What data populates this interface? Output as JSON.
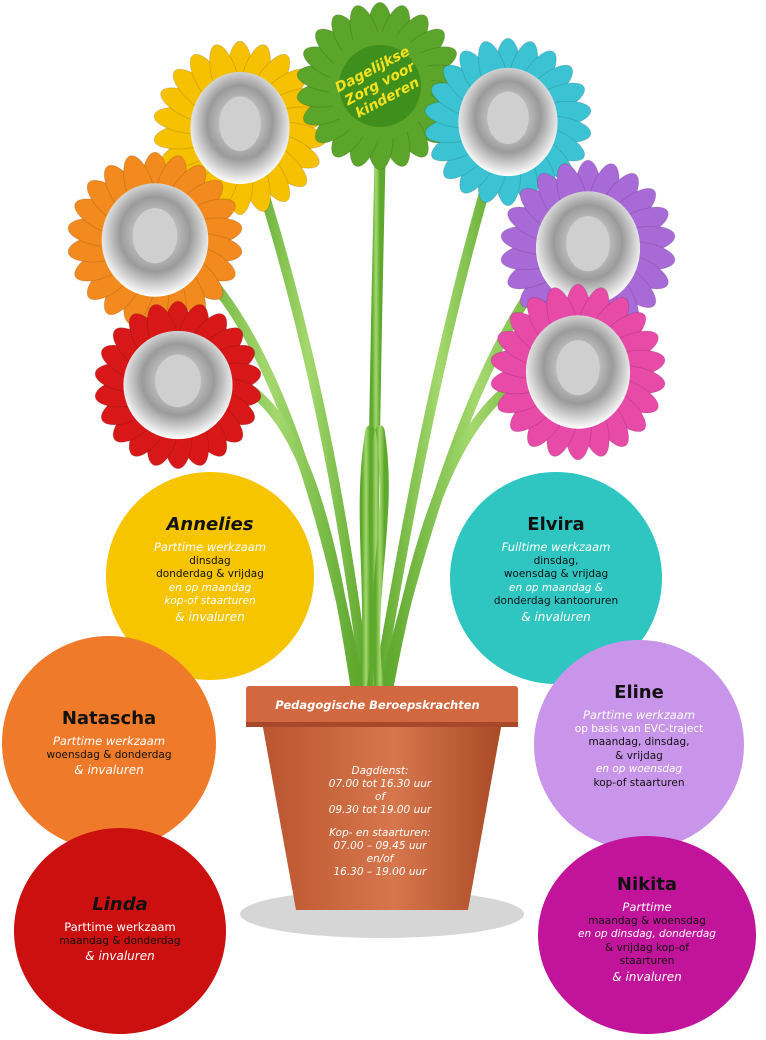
{
  "logo": {
    "text": "Dagelijkse Zorg voor kinderen"
  },
  "pot": {
    "title": "Pedagogische Beroepskrachten",
    "schedule": [
      "Dagdienst:",
      "07.00 tot 16.30 uur",
      "of",
      "09.30 tot 19.00 uur",
      "",
      "Kop- en staarturen:",
      "07.00 – 09.45 uur",
      "en/of",
      "16.30 – 19.00 uur"
    ]
  },
  "staff": [
    {
      "name": "Annelies",
      "lines": [
        "Parttime werkzaam",
        "dinsdag",
        "donderdag & vrijdag",
        "en op maandag",
        "kop-of staarturen",
        "& invaluren"
      ],
      "color": "#f7c400"
    },
    {
      "name": "Elvira",
      "lines": [
        "Fulltime werkzaam",
        "dinsdag,",
        "woensdag & vrijdag",
        "en op maandag &",
        "donderdag kantooruren",
        "& invaluren"
      ],
      "color": "#2fc6c2"
    },
    {
      "name": "Natascha",
      "lines": [
        "Parttime werkzaam",
        "woensdag & donderdag",
        "& invaluren"
      ],
      "color": "#ef7a2a"
    },
    {
      "name": "Eline",
      "lines": [
        "Parttime werkzaam",
        "op basis van EVC-traject",
        "maandag, dinsdag,",
        "& vrijdag",
        "en op woensdag",
        "kop-of staarturen"
      ],
      "color": "#c995ea"
    },
    {
      "name": "Linda",
      "lines": [
        "Parttime werkzaam",
        "maandag & donderdag",
        "& invaluren"
      ],
      "color": "#cc1010"
    },
    {
      "name": "Nikita",
      "lines": [
        "Parttime",
        "maandag & woensdag",
        "en op dinsdag, donderdag",
        "& vrijdag kop-of",
        "staarturen",
        "& invaluren"
      ],
      "color": "#c2149a"
    }
  ],
  "colors": {
    "flower_yellow": "#f6c100",
    "flower_green": "#5ba52a",
    "flower_cyan": "#3cc3d3",
    "flower_orange": "#f28a1e",
    "flower_purple": "#a86ad6",
    "flower_red": "#d81818",
    "flower_pink": "#e84aa8",
    "stem": "#7cc24a",
    "pot": "#c9643c",
    "pot_rim": "#d8704a"
  }
}
